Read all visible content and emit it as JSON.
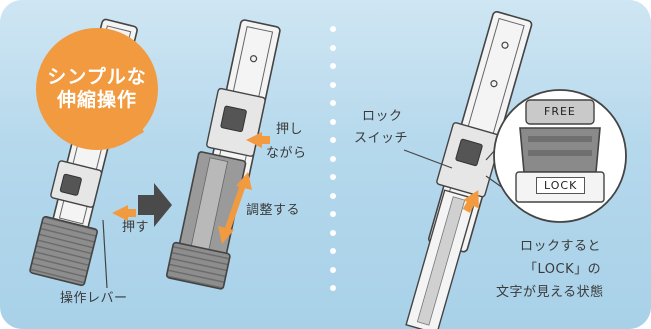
{
  "badge": {
    "line1": "シンプルな",
    "line2": "伸縮操作"
  },
  "labels": {
    "push": "押す",
    "lever": "操作レバー",
    "push_while_1": "押し",
    "push_while_2": "ながら",
    "adjust": "調整する",
    "lock_switch_1": "ロック",
    "lock_switch_2": "スイッチ",
    "free": "FREE",
    "lock": "LOCK",
    "caption_1": "ロックすると",
    "caption_2": "「LOCK」の",
    "caption_3": "文字が見える状態"
  },
  "colors": {
    "panel_top": "#cfe6f3",
    "panel_bottom": "#a8d1e8",
    "badge": "#f19a3f",
    "arrow_accent": "#f19a3f",
    "dark_arrow": "#4a4a4a",
    "body_gray": "#7c7c7c",
    "rail_white": "#f4f4f4"
  }
}
